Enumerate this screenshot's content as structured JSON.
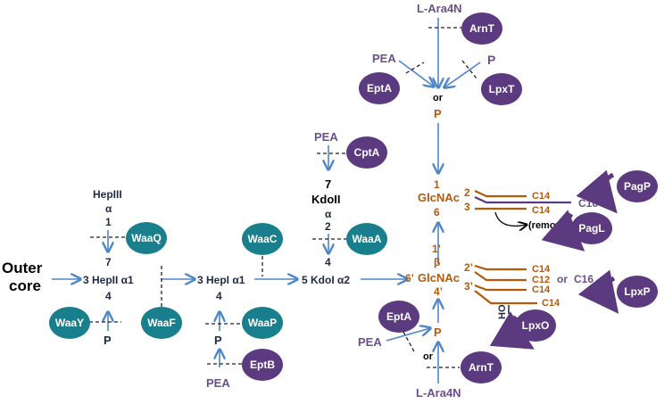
{
  "outer_core": "Outer\ncore",
  "core": {
    "heplll": "HepIII",
    "hepIII_alpha": "α",
    "hepIII_1": "1",
    "hepII_7": "7",
    "hepII": "3 HepII α1",
    "hepII_4": "4",
    "hepII_P": "P",
    "hepI": "3 HepI α1",
    "hepI_4": "4",
    "hepI_P": "P",
    "hepI_PEA": "PEA",
    "kdoI": "5 KdoI α2",
    "kdoI_4": "4",
    "kdoII_7": "7",
    "kdoII": "KdoII",
    "kdoII_alpha": "α",
    "kdoII_2": "2",
    "kdoII_PEA": "PEA"
  },
  "lipidA": {
    "L_ara4N_top": "L-Ara4N",
    "PEA_top": "PEA",
    "P_top": "P",
    "or_top": "or",
    "P_brown_top": "P",
    "glc1_1": "1",
    "glc1": "GlcNAc",
    "glc1_2": "2",
    "glc1_3": "3",
    "glc1_6": "6",
    "link_1p": "1’",
    "beta": "β",
    "glc2_6p": "6’",
    "glc2": "GlcNAc",
    "glc2_2p": "2’",
    "glc2_3p": "3’",
    "glc2_4p": "4’",
    "P_brown_bottom": "P",
    "PEA_bottom": "PEA",
    "or_bottom": "or",
    "L_ara4N_bottom": "L-Ara4N",
    "c14_a": "C14",
    "c16_a": "C16",
    "c14_b": "C14",
    "removal": "(removal)",
    "c14_c": "C14",
    "c12": "C12",
    "c14_d": "C14",
    "or_c16": "or",
    "c16_b": "C16",
    "c14_e": "C14",
    "ho": "HO"
  },
  "enzymes": {
    "WaaQ": "WaaQ",
    "WaaY": "WaaY",
    "WaaF": "WaaF",
    "WaaC": "WaaC",
    "WaaP": "WaaP",
    "EptB": "EptB",
    "WaaA": "WaaA",
    "CptA": "CptA",
    "ArnT_top": "ArnT",
    "EptA_top": "EptA",
    "LpxT": "LpxT",
    "PagP": "PagP",
    "PagL": "PagL",
    "LpxP": "LpxP",
    "LpxO": "LpxO",
    "EptA_bottom": "EptA",
    "ArnT_bottom": "ArnT"
  },
  "colors": {
    "teal_enzyme": "#1a7f8c",
    "purple_enzyme": "#5b3a80",
    "arrow_blue": "#4f86c6",
    "lipid_brown": "#b35a0b",
    "modifier_purple": "#6b4f8f"
  }
}
